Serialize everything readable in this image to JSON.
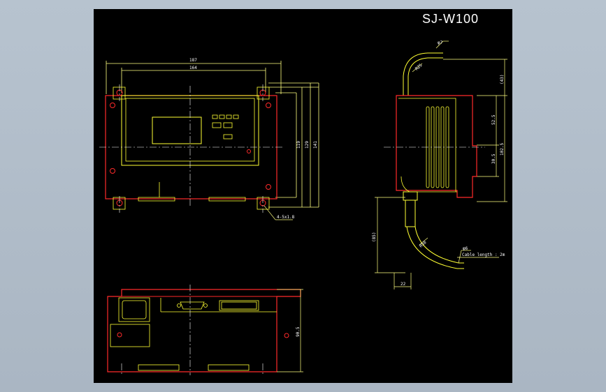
{
  "drawing": {
    "title": "SJ-W100",
    "colors": {
      "background": "#000000",
      "outline_red": "#ff2a2a",
      "inner_yellow": "#ffff33",
      "dimension": "#ffff80",
      "centerline": "#ffffff",
      "window_bg": "#b3bfcc"
    },
    "front_view": {
      "dim_width_outer": "187",
      "dim_width_inner": "164",
      "dim_height_1": "119",
      "dim_height_2": "129",
      "dim_height_3": "141",
      "hole_note": "4-5x1.8"
    },
    "side_view": {
      "dim_cable_dia": "φ7",
      "dim_bend_r": "R25",
      "dim_top": "(43)",
      "dim_upper": "52.5",
      "dim_total": "102.5",
      "dim_lower": "30.5",
      "dim_cable_len": "(85)",
      "dim_bottom_width": "22",
      "dim_r_lower": "R50",
      "dim_cable_dia_2": "φ6",
      "cable_note": "Cable length : 2m"
    },
    "bottom_view": {
      "dim_height": "90.5"
    }
  }
}
